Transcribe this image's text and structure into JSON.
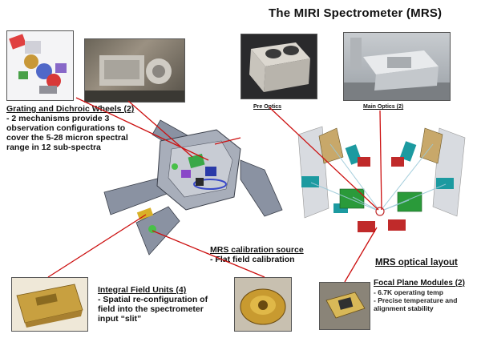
{
  "title": "The MIRI Spectrometer (MRS)",
  "captions": {
    "pre_optics": "Pre Optics",
    "main_optics": "Main Optics (2)"
  },
  "grating": {
    "heading": "Grating and Dichroic Wheels (2)",
    "lines": [
      "- 2 mechanisms provide 3",
      "observation configurations to",
      "cover the 5-28 micron spectral",
      "range in 12 sub-spectra"
    ]
  },
  "calibration": {
    "heading": "MRS calibration source",
    "line": "- Flat field calibration"
  },
  "optical_layout": "MRS optical layout",
  "ifu": {
    "heading": "Integral Field Units (4)",
    "lines": [
      "- Spatial re-configuration of",
      "field into the spectrometer",
      "input “slit”"
    ]
  },
  "fpm": {
    "heading": "Focal Plane Modules (2)",
    "lines": [
      "- 6.7K operating temp",
      "- Precise temperature and",
      "alignment stability"
    ]
  },
  "colors": {
    "leader_line": "#cc1010",
    "heading_blue": "#10308a",
    "teal_block": "#1c9aa0",
    "green_block": "#2a9a3a",
    "red_block": "#c02a2a",
    "tan_block": "#c8a86a"
  }
}
